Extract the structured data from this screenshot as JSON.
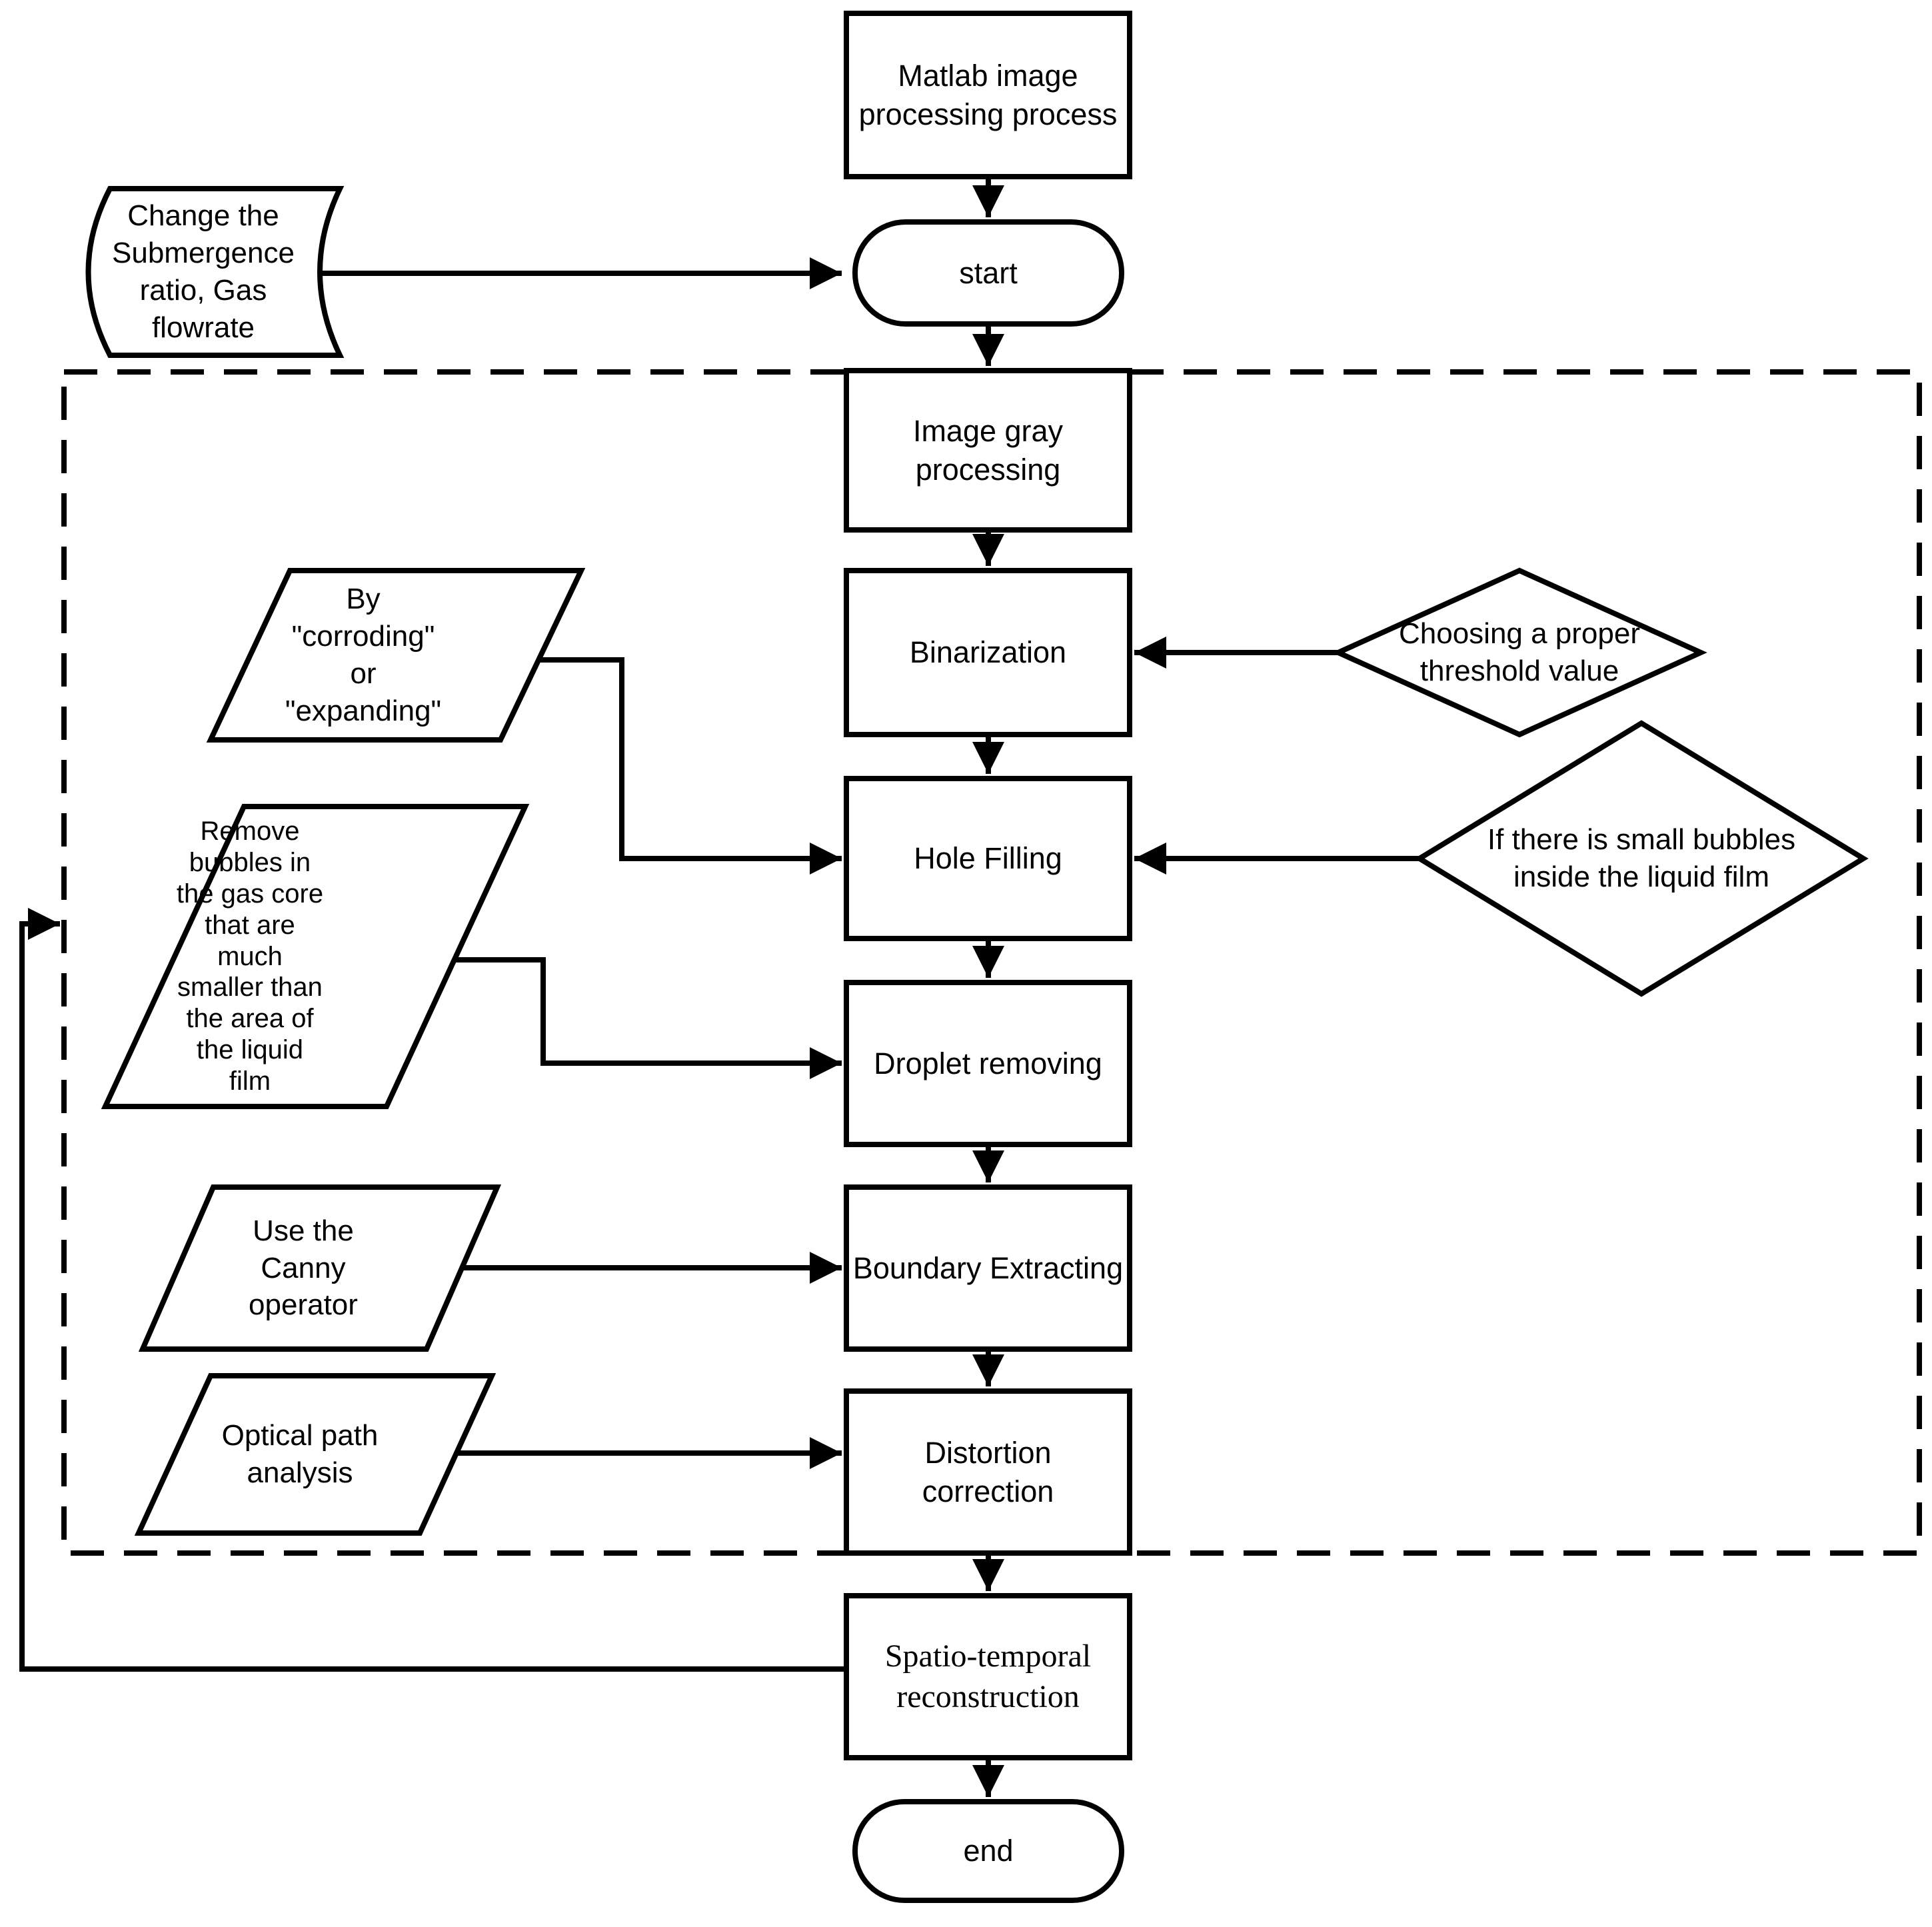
{
  "diagram": {
    "type": "flowchart",
    "colors": {
      "line": "#000000",
      "background": "#ffffff",
      "shape_fill": "#ffffff"
    },
    "nodes": {
      "matlab": {
        "label": "Matlab image\nprocessing process",
        "shape": "process"
      },
      "start": {
        "label": "start",
        "shape": "terminator"
      },
      "change_submergence": {
        "label": "Change the\nSubmergence\nratio, Gas\nflowrate",
        "shape": "stored-data"
      },
      "image_gray": {
        "label": "Image gray\nprocessing",
        "shape": "process"
      },
      "binarization": {
        "label": "Binarization",
        "shape": "process"
      },
      "hole_filling": {
        "label": "Hole Filling",
        "shape": "process"
      },
      "droplet_removing": {
        "label": "Droplet removing",
        "shape": "process"
      },
      "boundary_extracting": {
        "label": "Boundary Extracting",
        "shape": "process"
      },
      "distortion_correction": {
        "label": "Distortion\ncorrection",
        "shape": "process"
      },
      "spatio_temporal": {
        "label": "Spatio-temporal\nreconstruction",
        "shape": "process"
      },
      "end": {
        "label": "end",
        "shape": "terminator"
      },
      "corroding_expanding": {
        "label": "By\n\"corroding\"\nor\n\"expanding\"",
        "shape": "input"
      },
      "remove_bubbles": {
        "label": "Remove\nbubbles in\nthe gas core\nthat are\nmuch\nsmaller than\nthe area of\nthe liquid\nfilm",
        "shape": "input"
      },
      "canny_operator": {
        "label": "Use the\nCanny\noperator",
        "shape": "input"
      },
      "optical_path": {
        "label": "Optical path\nanalysis",
        "shape": "input"
      },
      "threshold_value": {
        "label": "Choosing a proper\nthreshold value",
        "shape": "decision"
      },
      "small_bubbles": {
        "label": "If there is small bubbles\ninside the liquid film",
        "shape": "decision"
      }
    }
  }
}
